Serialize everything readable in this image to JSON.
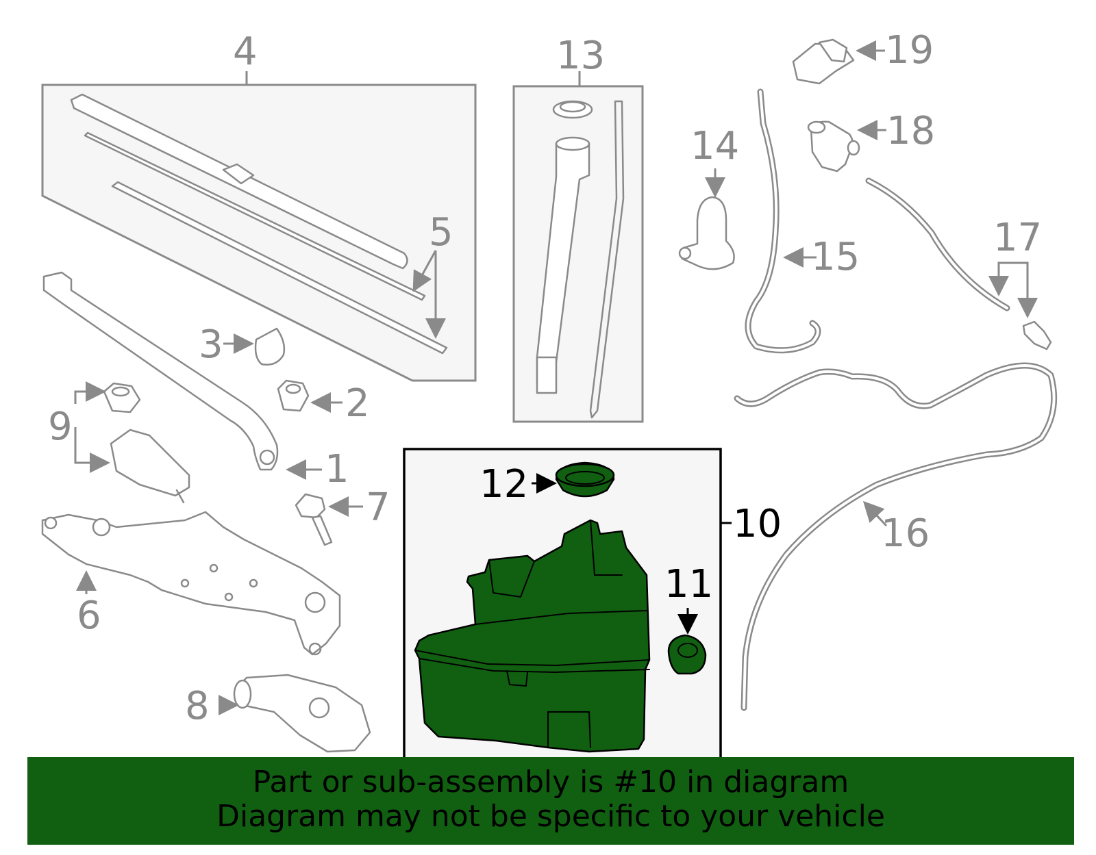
{
  "callouts": {
    "c1": "1",
    "c2": "2",
    "c3": "3",
    "c4": "4",
    "c5": "5",
    "c6": "6",
    "c7": "7",
    "c8": "8",
    "c9": "9",
    "c10": "10",
    "c11": "11",
    "c12": "12",
    "c13": "13",
    "c14": "14",
    "c15": "15",
    "c16": "16",
    "c17": "17",
    "c18": "18",
    "c19": "19"
  },
  "highlight": {
    "part": "10",
    "color": "#116011"
  },
  "banner": {
    "line1": "Part or sub-assembly is #10 in diagram",
    "line2": "Diagram may not be specific to your vehicle",
    "background": "#116011"
  }
}
